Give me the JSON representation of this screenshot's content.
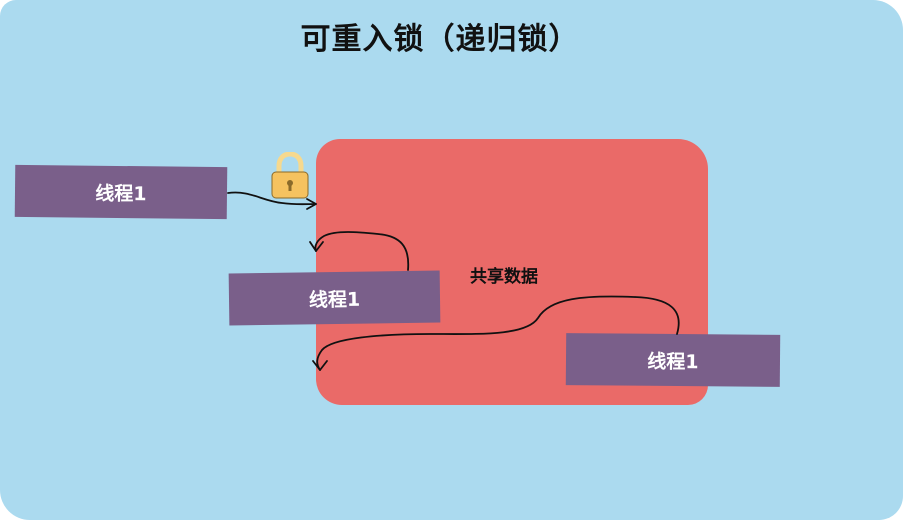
{
  "title": "可重入锁（递归锁）",
  "shared_data": {
    "label": "共享数据"
  },
  "threads": [
    {
      "label": "线程1"
    },
    {
      "label": "线程1"
    },
    {
      "label": "线程1"
    }
  ],
  "colors": {
    "background": "#abdaef",
    "shared_box": "#ea6a68",
    "thread_box": "#7a5f8a",
    "lock_body": "#f5c25f",
    "lock_shackle": "#f6d98e",
    "arrow": "#111111"
  },
  "icons": {
    "lock": "padlock-icon"
  }
}
